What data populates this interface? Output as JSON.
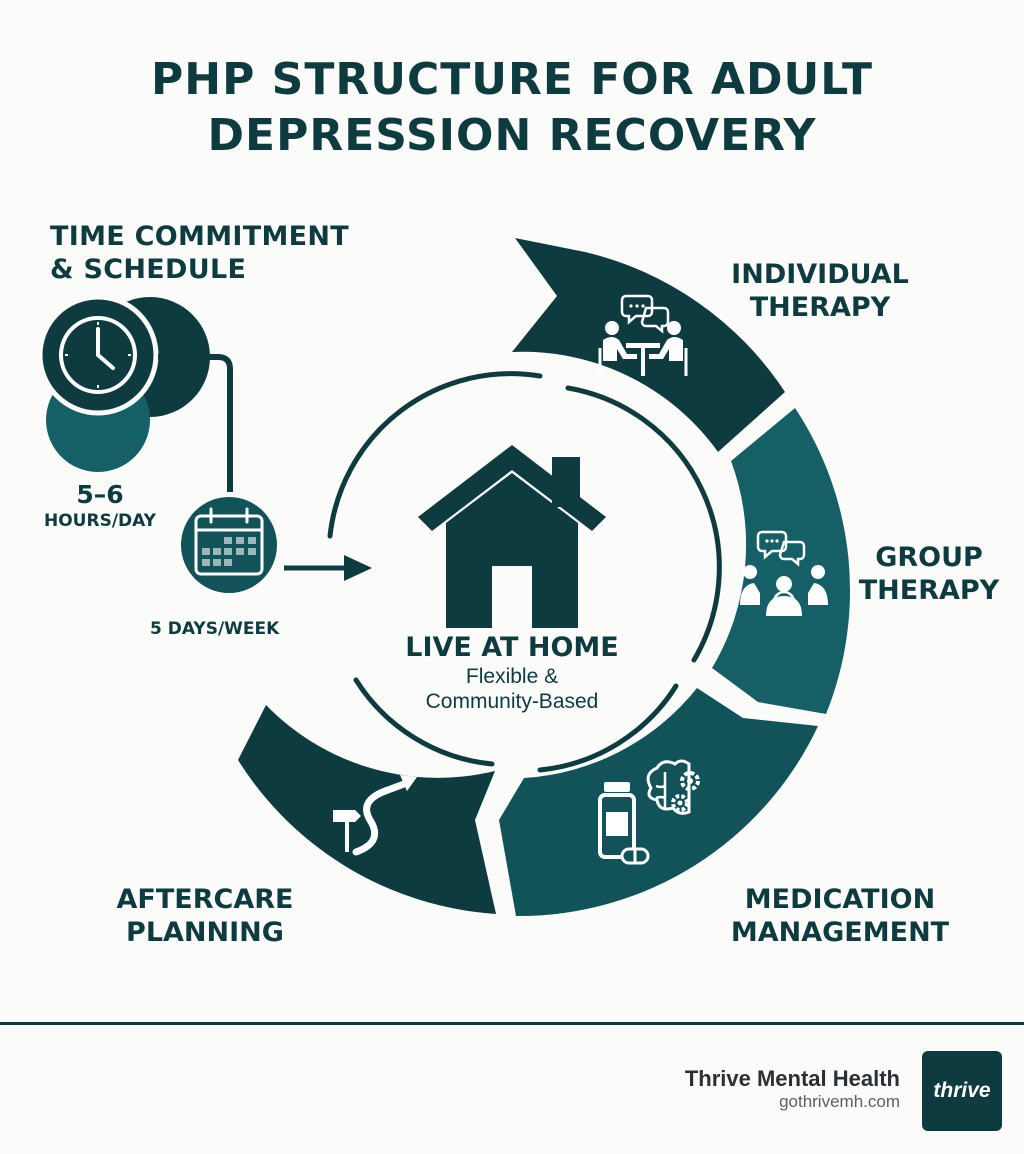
{
  "title": {
    "line1": "PHP STRUCTURE FOR ADULT",
    "line2": "DEPRESSION RECOVERY"
  },
  "time": {
    "heading_line1": "TIME COMMITMENT",
    "heading_line2": "& SCHEDULE",
    "hours_value": "5–6",
    "hours_unit": "HOURS/DAY",
    "days": "5 DAYS/WEEK"
  },
  "center": {
    "title": "LIVE AT HOME",
    "line1": "Flexible &",
    "line2": "Community-Based"
  },
  "components": [
    {
      "line1": "INDIVIDUAL",
      "line2": "THERAPY",
      "icon": "therapy-session-icon"
    },
    {
      "line1": "GROUP",
      "line2": "THERAPY",
      "icon": "group-discussion-icon"
    },
    {
      "line1": "MEDICATION",
      "line2": "MANAGEMENT",
      "icon": "medication-brain-icon"
    },
    {
      "line1": "AFTERCARE",
      "line2": "PLANNING",
      "icon": "signpost-path-icon"
    }
  ],
  "footer": {
    "brand": "Thrive Mental Health",
    "url": "gothrivemh.com",
    "logo": "thrive"
  },
  "colors": {
    "dark_teal": "#0d3b40",
    "mid_teal": "#12535a",
    "teal": "#155f66",
    "background": "#fbfbfa"
  }
}
